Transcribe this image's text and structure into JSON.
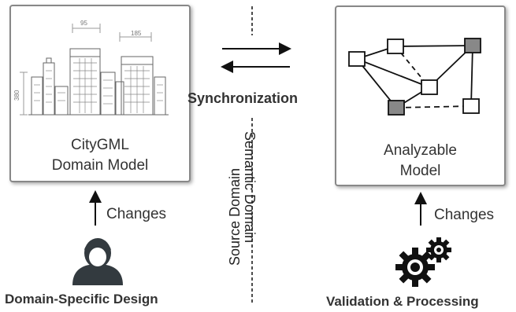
{
  "left_box": {
    "label_line1": "CityGML",
    "label_line2": "Domain Model"
  },
  "right_box": {
    "label_line1": "Analyzable",
    "label_line2": "Model"
  },
  "city_dimensions": {
    "width_a": "95",
    "width_b": "185",
    "height": "380"
  },
  "center": {
    "sync_label": "Synchronization",
    "source_domain": "Source Domain",
    "semantic_domain": "Semantic Domain"
  },
  "left_changes": "Changes",
  "right_changes": "Changes",
  "left_caption": "Domain-Specific Design",
  "right_caption": "Validation & Processing",
  "colors": {
    "node_dark": "#888888",
    "node_light": "#ffffff",
    "frame": "#888888"
  },
  "icons": {
    "left_actor": "user-icon",
    "right_actor": "gears-icon"
  }
}
